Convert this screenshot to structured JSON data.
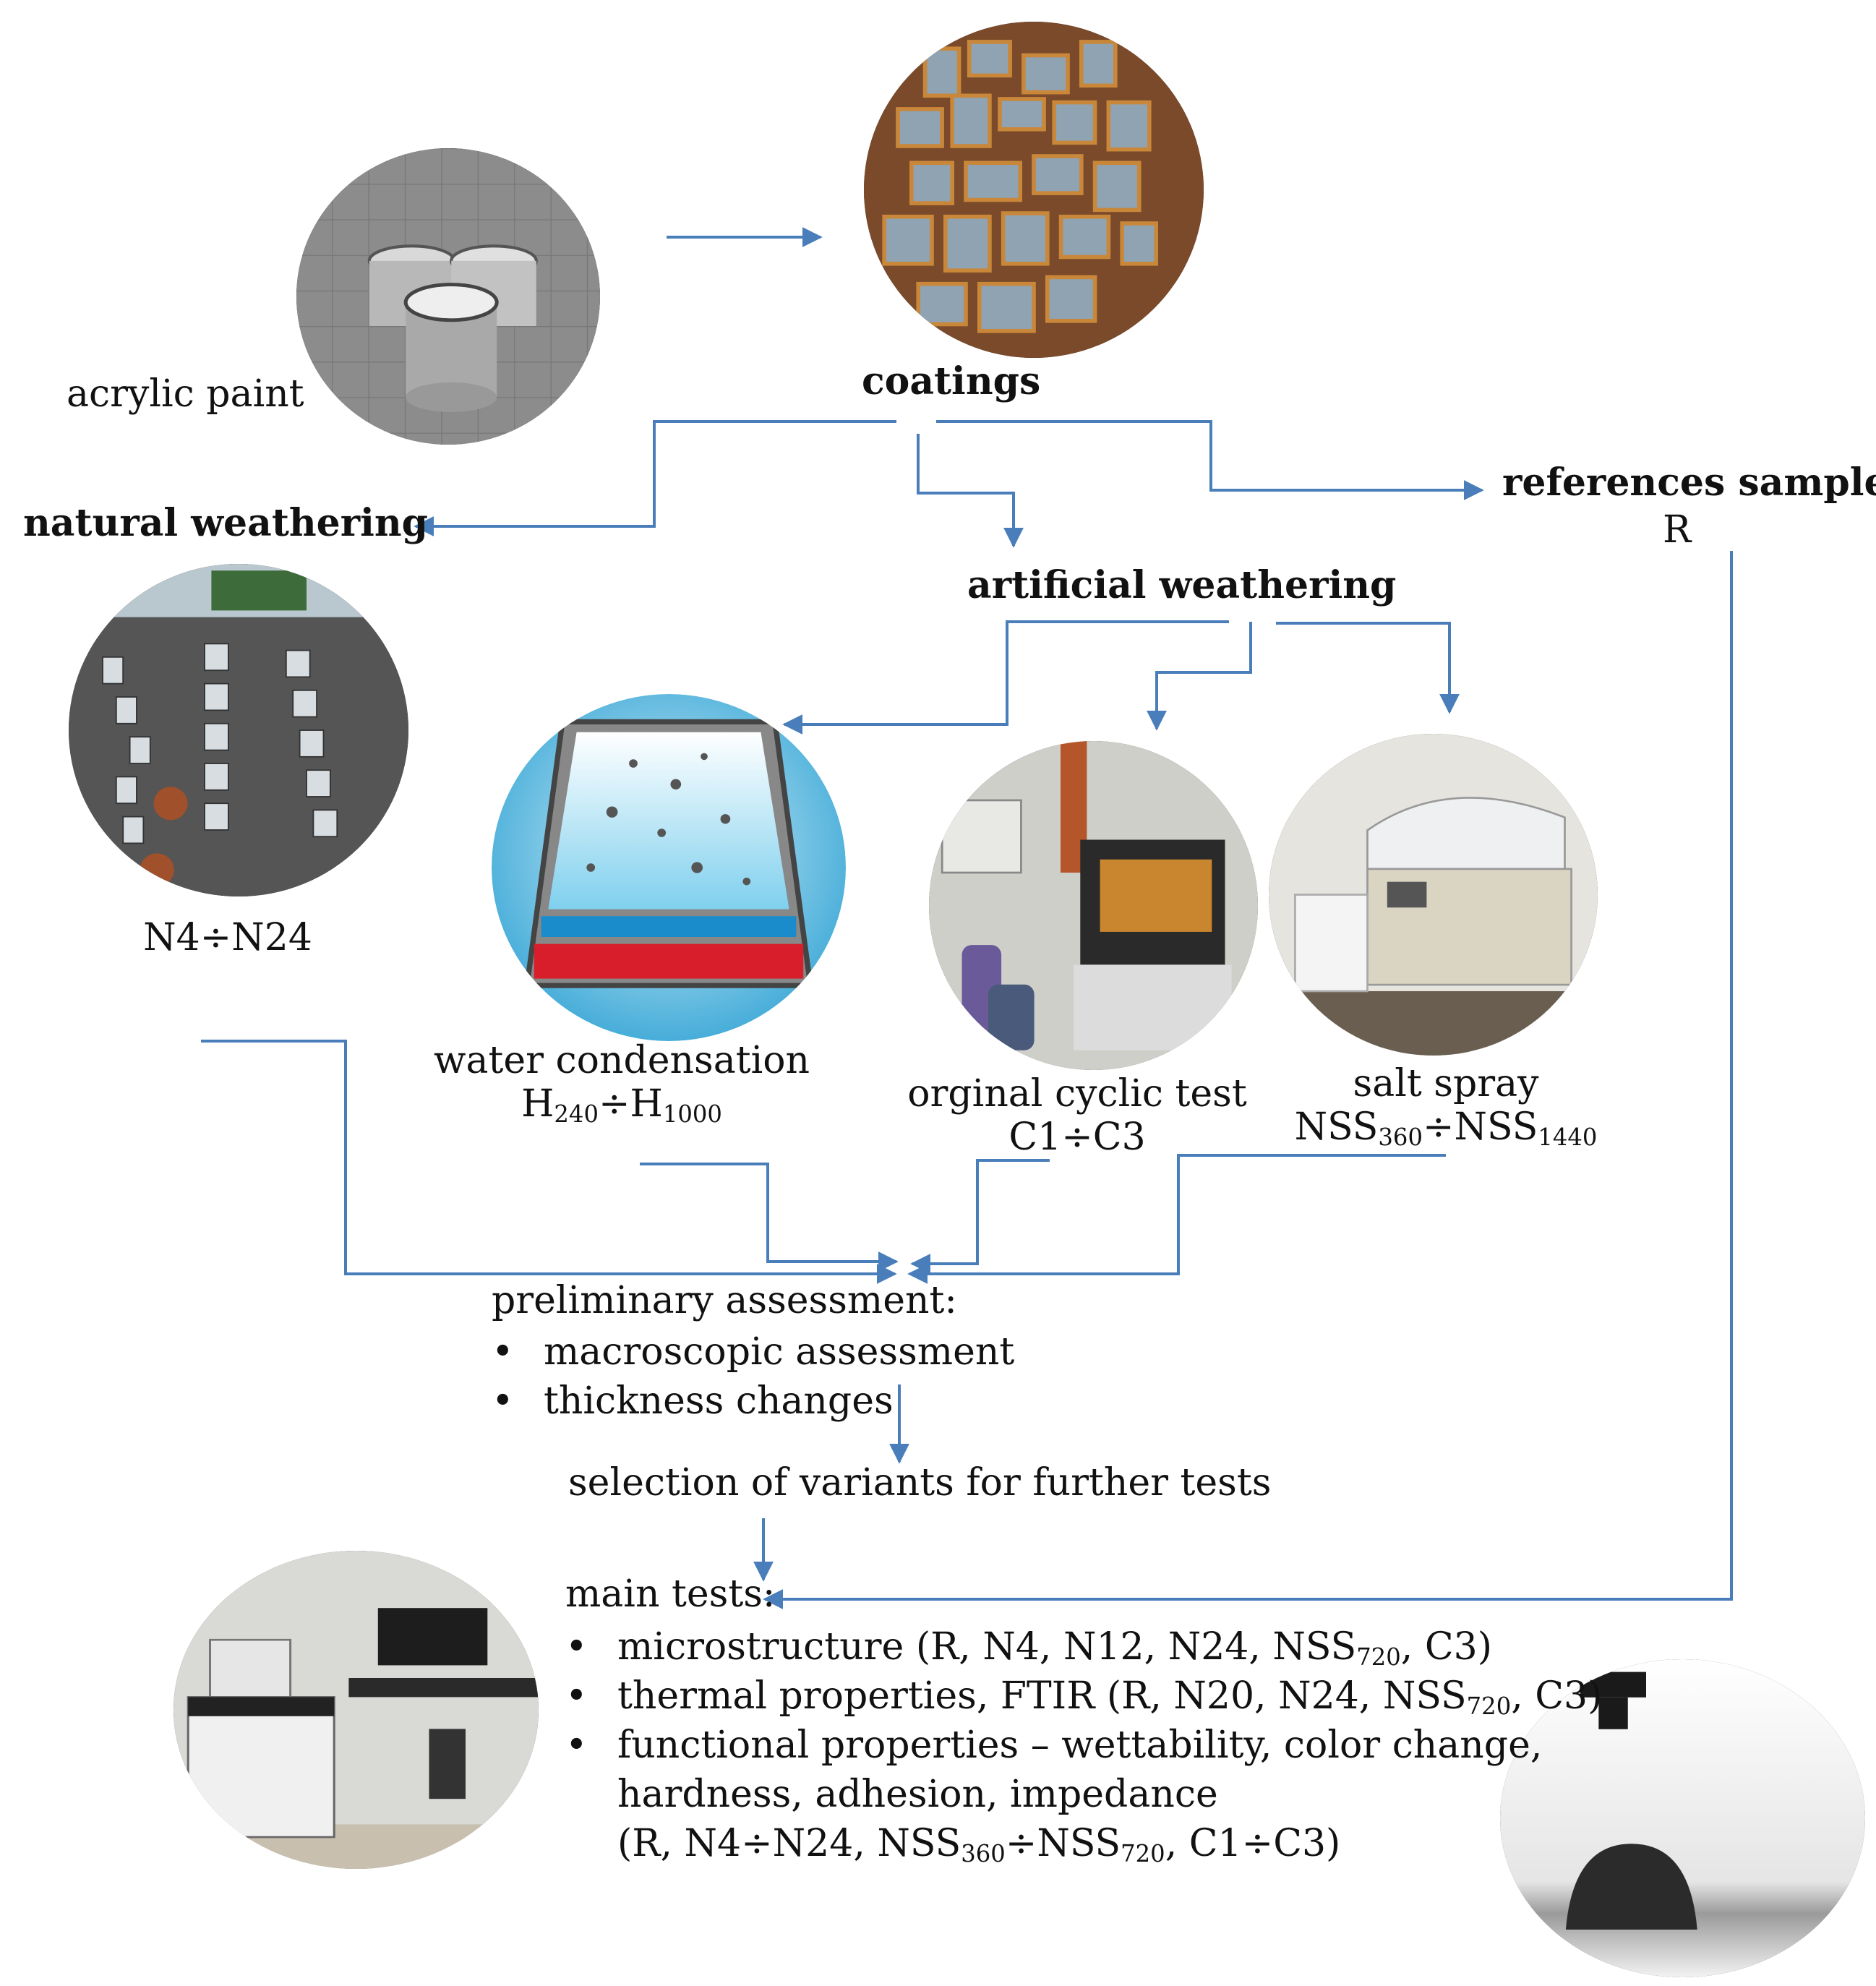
{
  "colors": {
    "arrow": "#4a7ebb",
    "text": "#111111"
  },
  "nodes": {
    "acrylic_paint": "acrylic paint",
    "coatings": "coatings",
    "natural_weathering": "natural weathering",
    "natural_code": "N4÷N24",
    "references_samples": "references samples",
    "references_code": "R",
    "artificial_weathering": "artificial weathering",
    "water_condensation": "water condensation",
    "water_code": {
      "a": "H",
      "a_sub": "240",
      "sep": "÷H",
      "b_sub": "1000"
    },
    "cyclic_test": "orginal cyclic test",
    "cyclic_code": "C1÷C3",
    "salt_spray": "salt spray",
    "salt_code": {
      "a": "NSS",
      "a_sub": "360",
      "sep": "÷NSS",
      "b_sub": "1440"
    }
  },
  "preliminary": {
    "title": "preliminary assessment:",
    "items": [
      "macroscopic assessment",
      "thickness changes"
    ]
  },
  "selection": "selection of variants for further tests",
  "main_tests": {
    "title": "main tests:",
    "item1": {
      "pre": "microstructure (R, N4, N12, N24, NSS",
      "sub": "720",
      "post": ", C3)"
    },
    "item2": {
      "pre": "thermal properties, FTIR (R, N20, N24, NSS",
      "sub": "720",
      "post": ", C3)"
    },
    "item3_line1": "functional properties – wettability, color change,",
    "item3_line2": "hardness, adhesion, impedance",
    "item3_line3": {
      "pre": "(R, N4÷N24, NSS",
      "sub1": "360",
      "mid": "÷NSS",
      "sub2": "720",
      "post": ", C1÷C3)"
    }
  }
}
